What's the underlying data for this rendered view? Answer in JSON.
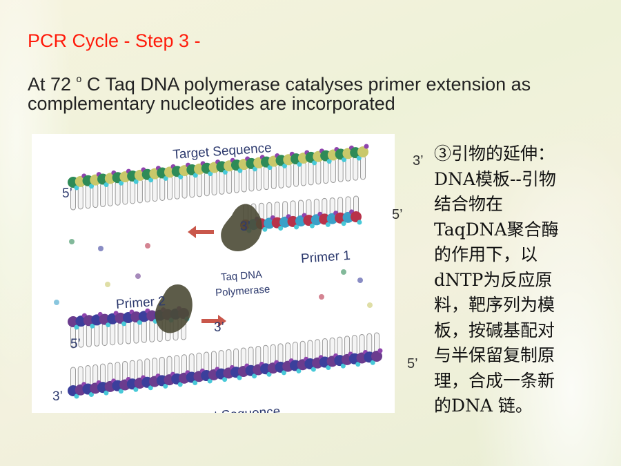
{
  "slide": {
    "title": "PCR Cycle - Step 3 -",
    "subtitle_pre": "At 72 ",
    "subtitle_sup": "o",
    "subtitle_post": " C Taq DNA polymerase catalyses primer extension as complementary nucleotides are incorporated"
  },
  "figure": {
    "label_target_top": "Target Sequence",
    "label_target_bottom": "Target Sequence",
    "label_primer1": "Primer 1",
    "label_primer2": "Primer 2",
    "label_taq_line1": "Taq  DNA",
    "label_taq_line2": "Polymerase",
    "end_5_top": "5’",
    "end_3_center": "3’",
    "end_5_primer2": "5’",
    "end_3_primer2": "3’",
    "end_3_bottom": "3’"
  },
  "outside_ends": {
    "e1": "3’",
    "e2": "5’",
    "e3": "5’"
  },
  "note_lines": [
    "③引物的延伸：",
    "DNA模板--引物",
    "结合物在",
    "TaqDNA聚合酶",
    "的作用下，以",
    "dNTP为反应原",
    "料，靶序列为模",
    "板，按碱基配对",
    "与半保留复制原",
    "理，合成一条新",
    "的DNA 链。"
  ]
}
